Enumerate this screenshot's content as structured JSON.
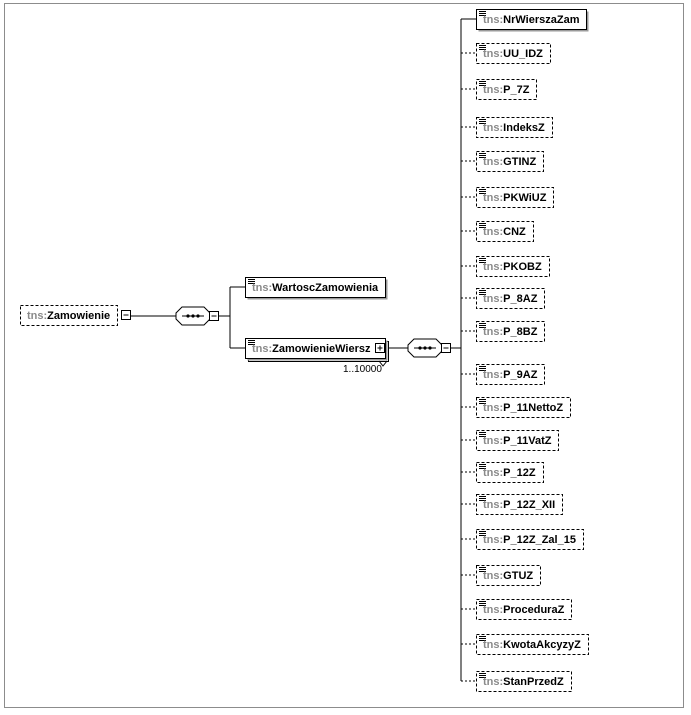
{
  "prefix": "tns:",
  "root": {
    "name": "Zamowienie",
    "optional": true
  },
  "children": [
    {
      "name": "WartoscZamowienia",
      "optional": false
    },
    {
      "name": "ZamowienieWiersz",
      "optional": false,
      "repeating": true,
      "occurrence": "1..10000"
    }
  ],
  "leaves": [
    {
      "name": "NrWierszaZam",
      "optional": false
    },
    {
      "name": "UU_IDZ",
      "optional": true
    },
    {
      "name": "P_7Z",
      "optional": true
    },
    {
      "name": "IndeksZ",
      "optional": true
    },
    {
      "name": "GTINZ",
      "optional": true
    },
    {
      "name": "PKWiUZ",
      "optional": true
    },
    {
      "name": "CNZ",
      "optional": true
    },
    {
      "name": "PKOBZ",
      "optional": true
    },
    {
      "name": "P_8AZ",
      "optional": true
    },
    {
      "name": "P_8BZ",
      "optional": true
    },
    {
      "name": "P_9AZ",
      "optional": true
    },
    {
      "name": "P_11NettoZ",
      "optional": true
    },
    {
      "name": "P_11VatZ",
      "optional": true
    },
    {
      "name": "P_12Z",
      "optional": true
    },
    {
      "name": "P_12Z_XII",
      "optional": true
    },
    {
      "name": "P_12Z_Zal_15",
      "optional": true
    },
    {
      "name": "GTUZ",
      "optional": true
    },
    {
      "name": "ProceduraZ",
      "optional": true
    },
    {
      "name": "KwotaAkcyzyZ",
      "optional": true
    },
    {
      "name": "StanPrzedZ",
      "optional": true
    }
  ],
  "colors": {
    "border": "#000000",
    "prefix": "#8a8a8a",
    "frame": "#8c8c8c",
    "shadow": "#9a9a9a"
  }
}
